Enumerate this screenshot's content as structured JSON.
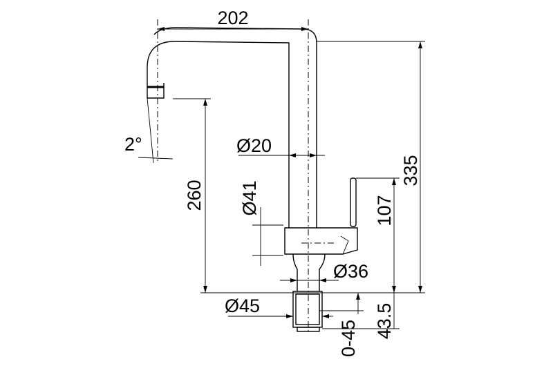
{
  "dimensions": {
    "top_width": "202",
    "spout_angle": "2°",
    "outlet_height": "260",
    "spout_diameter": "Ø20",
    "body_diameter": "Ø41",
    "lever_height": "107",
    "total_height": "335",
    "shank_diameter": "Ø36",
    "base_diameter": "Ø45",
    "countertop_thickness": "0-45",
    "base_height": "43.5"
  }
}
